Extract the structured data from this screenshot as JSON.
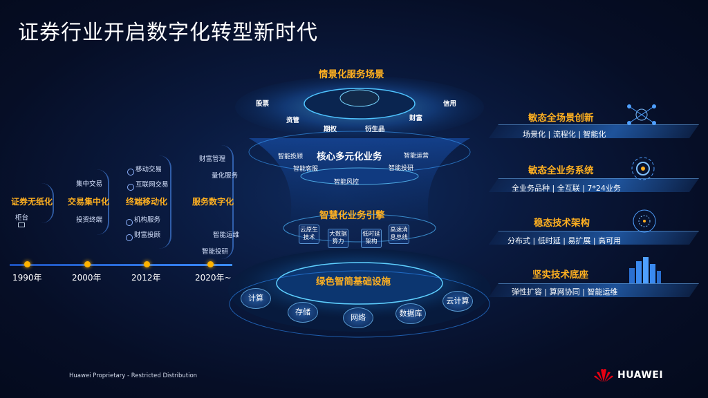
{
  "title": "证券行业开启数字化转型新时代",
  "timeline": {
    "stages": [
      {
        "label": "证券无纸化",
        "item": "柜台"
      },
      {
        "label": "交易集中化",
        "items": [
          "集中交易",
          "投资终端"
        ]
      },
      {
        "label": "终端移动化",
        "items": [
          "移动交易",
          "互联网交易",
          "机构服务",
          "财富投顾"
        ]
      },
      {
        "label": "服务数字化",
        "items": [
          "财富管理",
          "量化服务",
          "智能运维",
          "智能投研"
        ]
      }
    ],
    "years": [
      "1990年",
      "2000年",
      "2012年",
      "2020年~"
    ]
  },
  "platform": {
    "scene_title": "情景化服务场景",
    "scene_items": [
      "股票",
      "资管",
      "期权",
      "衍生品",
      "财富",
      "信用"
    ],
    "core_title": "核心多元化业务",
    "core_items": [
      "智能投顾",
      "智能运营",
      "智能客服",
      "智能投研",
      "智能风控"
    ],
    "engine_title": "智慧化业务引擎",
    "engine_items": [
      "云原生技术",
      "大数据算力",
      "低时延架构",
      "高速消息总线"
    ],
    "infra_title": "绿色智简基础设施",
    "infra_items": [
      "计算",
      "存储",
      "网络",
      "数据库",
      "云计算"
    ]
  },
  "cards": [
    {
      "title": "敏态全场景创新",
      "sub": "场景化 | 流程化 | 智能化"
    },
    {
      "title": "敏态全业务系统",
      "sub": "全业务品种 | 全互联 | 7*24业务"
    },
    {
      "title": "稳态技术架构",
      "sub": "分布式 | 低时延 | 易扩展 | 高可用"
    },
    {
      "title": "坚实技术底座",
      "sub": "弹性扩容 | 算网协同 | 智能运维"
    }
  ],
  "footer": "Huawei Proprietary - Restricted Distribution",
  "brand": "HUAWEI",
  "colors": {
    "accent": "#ffb020",
    "bg": "#060e26",
    "glow": "#3aa0ff"
  }
}
